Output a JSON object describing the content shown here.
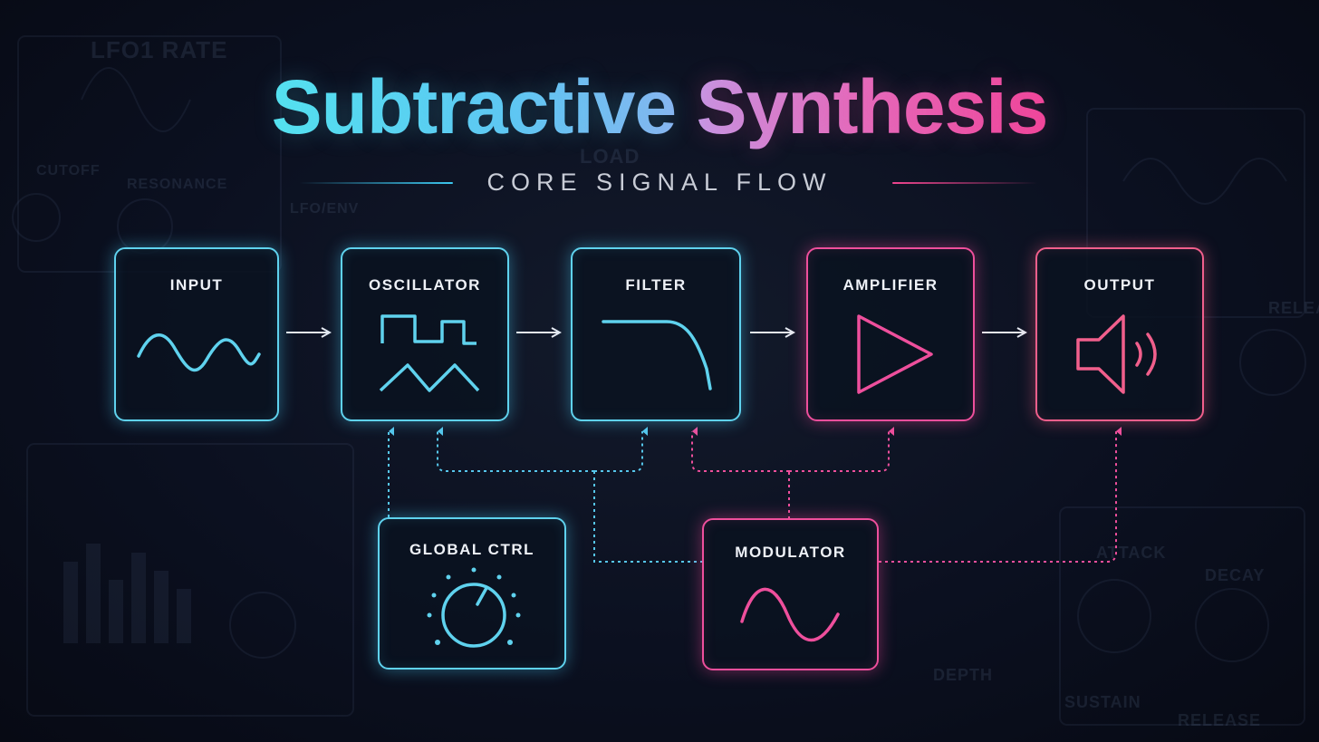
{
  "header": {
    "title_part1": "Subtractive",
    "title_part2": "Synthesis",
    "subtitle": "CORE SIGNAL FLOW"
  },
  "nodes": {
    "input": {
      "label": "INPUT",
      "icon": "sine-wave-icon"
    },
    "oscillator": {
      "label": "OSCILLATOR",
      "icon": "square-triangle-wave-icon"
    },
    "filter": {
      "label": "FILTER",
      "icon": "lowpass-curve-icon"
    },
    "amplifier": {
      "label": "AMPLIFIER",
      "icon": "triangle-play-icon"
    },
    "output": {
      "label": "OUTPUT",
      "icon": "speaker-icon"
    },
    "global_ctrl": {
      "label": "GLOBAL CTRL",
      "icon": "knob-icon"
    },
    "modulator": {
      "label": "MODULATOR",
      "icon": "sine-wave-icon"
    }
  },
  "background_panel_text": {
    "lfo": "LFO1 RATE",
    "cutoff": "CUTOFF",
    "resonance": "RESONANCE",
    "lfo_mid": "LFO/ENV",
    "load": "LOAD",
    "attack": "ATTACK",
    "decay": "DECAY",
    "sustain": "SUSTAIN",
    "release": "RELEASE",
    "release_top": "RELEASE",
    "depth": "DEPTH"
  },
  "colors": {
    "cyan": "#5fd2ee",
    "pink": "#ee4f9c",
    "coral": "#f15f8c",
    "background": "#0b1020"
  }
}
